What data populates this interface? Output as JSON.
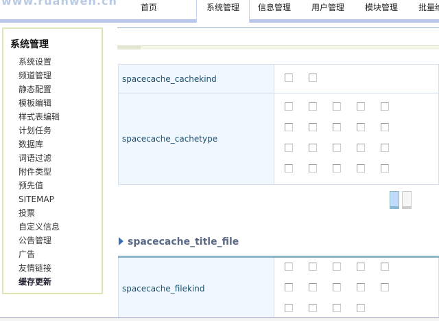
{
  "logo_text": "www.ruanwen.cn",
  "nav": {
    "tabs": [
      "首页",
      "系统管理",
      "信息管理",
      "用户管理",
      "模块管理",
      "批量维护"
    ],
    "active": 1
  },
  "sidebar": {
    "title": "系统管理",
    "items": [
      "系统设置",
      "频道管理",
      "静态配置",
      "模板编辑",
      "样式表编辑",
      "计划任务",
      "数据库",
      "词语过滤",
      "附件类型",
      "预先值",
      "SITEMAP",
      "投票",
      "自定义信息",
      "公告管理",
      "广告",
      "友情链接",
      "缓存更新"
    ],
    "current": 16
  },
  "table1": {
    "rows": [
      {
        "label": "spacecache_cachekind",
        "checkboxes": 2
      },
      {
        "label": "spacecache_cachetype",
        "checkboxes": 20
      }
    ]
  },
  "section2": {
    "title": "spacecache_title_file"
  },
  "table2": {
    "rows": [
      {
        "label": "spacecache_filekind",
        "checkboxes": 14
      }
    ]
  },
  "colors": {
    "nav_band": "#b8c6ec",
    "label_bg": "#f1f7fe",
    "label_text": "#1b5070",
    "accent": "#3a6fb8"
  }
}
